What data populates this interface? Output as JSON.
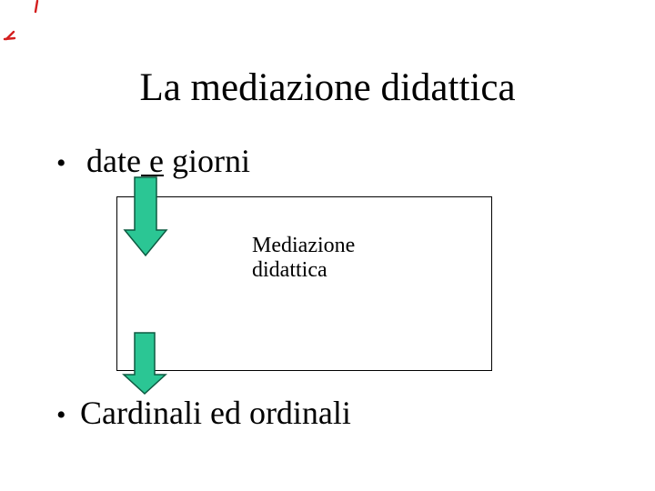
{
  "slide": {
    "title": "La mediazione didattica",
    "bullet_1": {
      "marker": "•",
      "text_before": "date",
      "text_underlined": " e",
      "text_after": " giorni"
    },
    "bullet_2": {
      "marker": "•",
      "text": "Cardinali ed ordinali"
    },
    "box_label": {
      "line1": "Mediazione",
      "line2": "didattica"
    },
    "icons": {
      "arrow_top": "down-arrow-icon",
      "arrow_bottom": "down-arrow-icon",
      "corner_marks": "red-scribble-annotation"
    },
    "colors": {
      "background": "#FFFFFF",
      "text": "#000000",
      "box_border": "#000000",
      "arrow_fill": "#2BC694",
      "arrow_outline": "#0D5A41",
      "annotation_red": "#D41F1F"
    }
  }
}
